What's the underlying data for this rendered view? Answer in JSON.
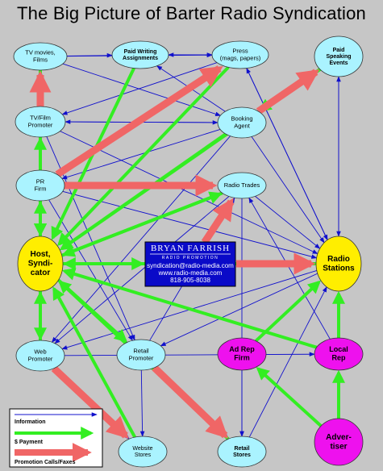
{
  "title": "The Big Picture of Barter Radio Syndication",
  "colors": {
    "information": "#1010cc",
    "payment": "#33ee22",
    "promotion": "#f06666",
    "node_default": "#aaf3ff",
    "node_central": "#ffee00",
    "node_magenta": "#ee11ee",
    "background": "#c6c6c6"
  },
  "nodes": {
    "tv_movies": {
      "lines": [
        "TV movies,",
        "Films"
      ]
    },
    "paid_writing": {
      "lines": [
        "Paid Writing",
        "Assignments"
      ]
    },
    "press": {
      "lines": [
        "Press",
        "(mags, papers)"
      ]
    },
    "paid_speaking": {
      "lines": [
        "Paid",
        "Speaking",
        "Events"
      ]
    },
    "tv_film_promoter": {
      "lines": [
        "TV/Film",
        "Promoter"
      ]
    },
    "booking_agent": {
      "lines": [
        "Booking",
        "Agent"
      ]
    },
    "pr_firm": {
      "lines": [
        "PR",
        "Firm"
      ]
    },
    "radio_trades": {
      "lines": [
        "Radio Trades"
      ]
    },
    "host_syndicator": {
      "lines": [
        "Host,",
        "Syndi-",
        "cator"
      ]
    },
    "radio_stations": {
      "lines": [
        "Radio",
        "Stations"
      ]
    },
    "web_promoter": {
      "lines": [
        "Web",
        "Promoter"
      ]
    },
    "retail_promoter": {
      "lines": [
        "Retail",
        "Promoter"
      ]
    },
    "ad_rep_firm": {
      "lines": [
        "Ad Rep",
        "Firm"
      ]
    },
    "local_rep": {
      "lines": [
        "Local",
        "Rep"
      ]
    },
    "website_stores": {
      "lines": [
        "Website",
        "Stores"
      ]
    },
    "retail_stores": {
      "lines": [
        "Retail",
        "Stores"
      ]
    },
    "advertiser": {
      "lines": [
        "Adver-",
        "tiser"
      ]
    }
  },
  "logo": {
    "name": "BRYAN FARRISH",
    "tagline": "RADIO PROMOTION",
    "email": "syndication@radio-media.com",
    "web": "www.radio-media.com",
    "phone": "818-905-8038"
  },
  "legend": {
    "information": "Information",
    "payment": "$ Payment",
    "promotion": "Promotion Calls/Faxes"
  }
}
